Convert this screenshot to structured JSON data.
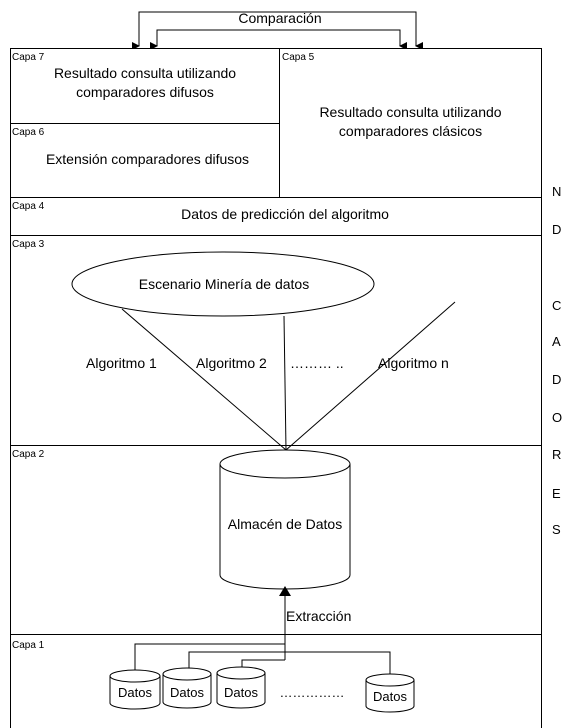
{
  "top": {
    "comparison_label": "Comparación"
  },
  "layers": {
    "capa7": {
      "tag": "Capa 7",
      "text_line1": "Resultado consulta utilizando",
      "text_line2": "comparadores difusos"
    },
    "capa6": {
      "tag": "Capa 6",
      "text": "Extensión comparadores difusos"
    },
    "capa5": {
      "tag": "Capa 5",
      "text_line1": "Resultado consulta utilizando",
      "text_line2": "comparadores clásicos"
    },
    "capa4": {
      "tag": "Capa 4",
      "text": "Datos de predicción del algoritmo"
    },
    "capa3": {
      "tag": "Capa 3",
      "scenario": "Escenario Minería de datos",
      "algorithms": [
        "Algoritmo 1",
        "Algoritmo 2",
        "……… ..",
        "Algoritmo n"
      ]
    },
    "capa2": {
      "tag": "Capa 2",
      "store": "Almacén de Datos",
      "extraction": "Extracción"
    },
    "capa1": {
      "tag": "Capa 1",
      "sources": [
        "Datos",
        "Datos",
        "Datos",
        "Datos"
      ],
      "ellipsis": "……………"
    }
  },
  "side_column": {
    "letters": [
      "N",
      "D",
      "",
      "C",
      "A",
      "D",
      "O",
      "R",
      "E",
      "S"
    ]
  }
}
